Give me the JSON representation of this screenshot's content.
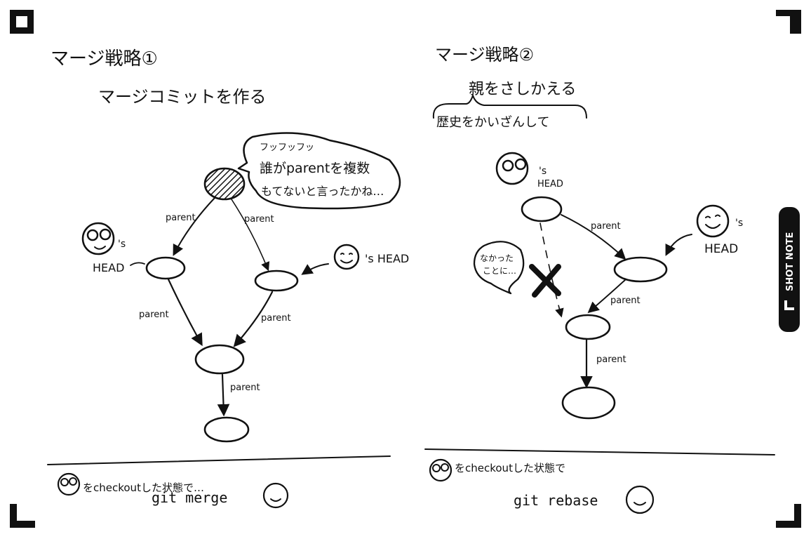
{
  "left": {
    "title": "マージ戦略①",
    "subtitle": "マージコミットを作る",
    "bubble_line1": "フッフッフッ",
    "bubble_line2": "誰がparentを複数",
    "bubble_line3": "もてないと言ったかね…",
    "edge_parent_1": "parent",
    "edge_parent_2": "parent",
    "edge_parent_3": "parent",
    "edge_parent_4": "parent",
    "edge_parent_5": "parent",
    "head_a": "HEAD",
    "head_a_suffix": "'s",
    "head_b": "'s HEAD",
    "footer_text": "をcheckoutした状態で…",
    "command": "git merge"
  },
  "right": {
    "title": "マージ戦略②",
    "subtitle": "親をさしかえる",
    "subtitle2": "歴史をかいざんして",
    "head_a": "HEAD",
    "head_a_suffix": "'s",
    "head_b": "HEAD",
    "head_b_suffix": "'s",
    "bubble_line1": "なかった",
    "bubble_line2": "ことに…",
    "edge_parent_1": "parent",
    "edge_parent_2": "parent",
    "edge_parent_3": "parent",
    "footer_text": "をcheckoutした状態で",
    "command": "git rebase"
  },
  "side_tab": {
    "label": "SHOT NOTE"
  }
}
